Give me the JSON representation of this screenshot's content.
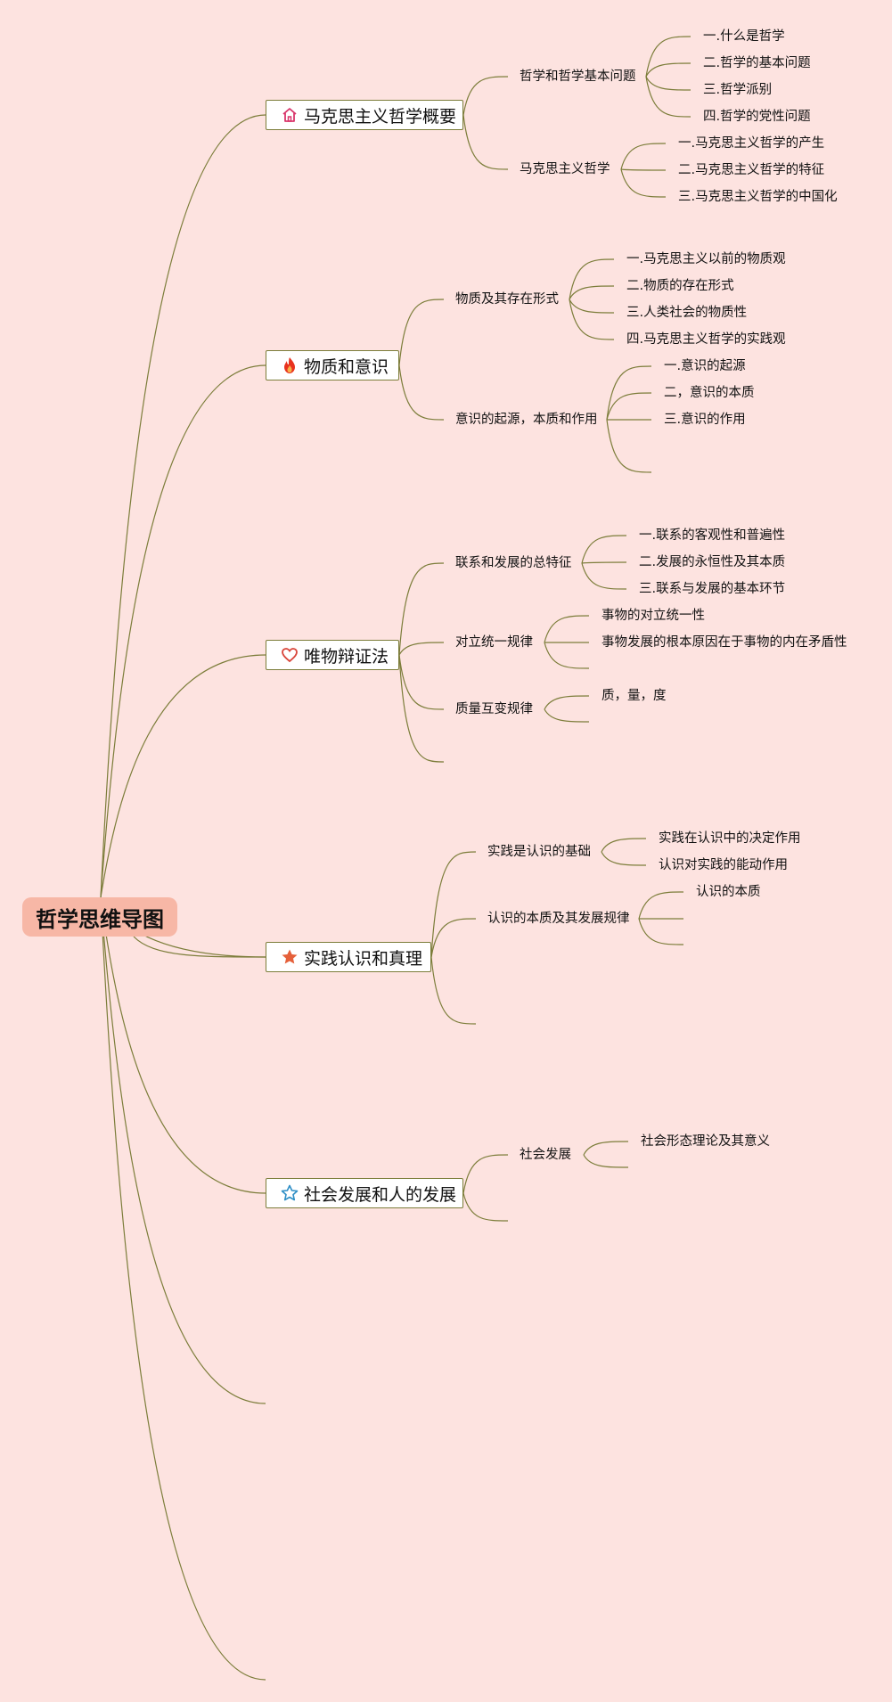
{
  "root": {
    "label": "哲学思维导图"
  },
  "colors": {
    "background": "#fde3e0",
    "line": "#7c7d3a",
    "root_fill": "#f7b7a6"
  },
  "topics": [
    {
      "label": "马克思主义哲学概要",
      "icon": "house-icon",
      "subs": [
        {
          "label": "哲学和哲学基本问题",
          "items": [
            "一.什么是哲学",
            "二.哲学的基本问题",
            "三.哲学派别",
            "四.哲学的党性问题"
          ]
        },
        {
          "label": "马克思主义哲学",
          "items": [
            "一.马克思主义哲学的产生",
            "二.马克思主义哲学的特征",
            "三.马克思主义哲学的中国化"
          ]
        }
      ]
    },
    {
      "label": "物质和意识",
      "icon": "flame-icon",
      "subs": [
        {
          "label": "物质及其存在形式",
          "items": [
            "一.马克思主义以前的物质观",
            "二.物质的存在形式",
            "三.人类社会的物质性",
            "四.马克思主义哲学的实践观"
          ]
        },
        {
          "label": "意识的起源，本质和作用",
          "items": [
            "一.意识的起源",
            "二，意识的本质",
            "三.意识的作用"
          ]
        }
      ]
    },
    {
      "label": "唯物辩证法",
      "icon": "heart-icon",
      "subs": [
        {
          "label": "联系和发展的总特征",
          "items": [
            "一.联系的客观性和普遍性",
            "二.发展的永恒性及其本质",
            "三.联系与发展的基本环节"
          ]
        },
        {
          "label": "对立统一规律",
          "items": [
            "事物的对立统一性",
            "事物发展的根本原因在于事物的内在矛盾性"
          ]
        },
        {
          "label": "质量互变规律",
          "items": [
            "质，量，度"
          ]
        }
      ]
    },
    {
      "label": "实践认识和真理",
      "icon": "star-filled-icon",
      "subs": [
        {
          "label": "实践是认识的基础",
          "items": [
            "实践在认识中的决定作用",
            "认识对实践的能动作用"
          ]
        },
        {
          "label": "认识的本质及其发展规律",
          "items": [
            "认识的本质"
          ]
        }
      ]
    },
    {
      "label": "社会发展和人的发展",
      "icon": "star-outline-icon",
      "subs": [
        {
          "label": "社会发展",
          "items": [
            "社会形态理论及其意义"
          ]
        }
      ]
    }
  ]
}
